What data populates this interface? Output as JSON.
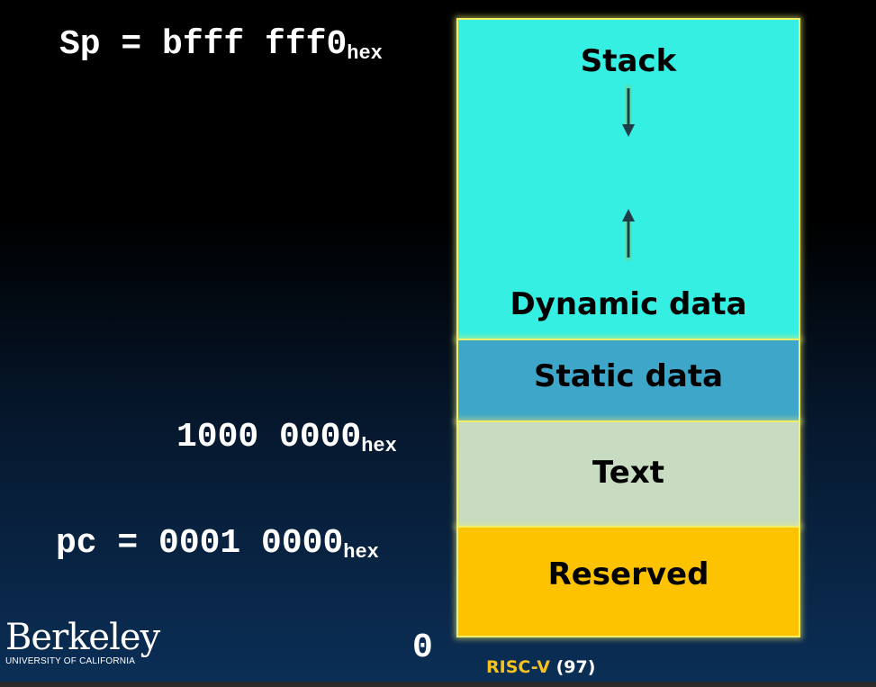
{
  "addresses": {
    "sp": {
      "main": "Sp = bfff fff0",
      "sub": "hex"
    },
    "static_start": {
      "main": "1000 0000",
      "sub": "hex"
    },
    "pc": {
      "main": "pc = 0001 0000",
      "sub": "hex"
    },
    "zero": "0"
  },
  "memory": {
    "stack": {
      "label": "Stack",
      "color": "#35efe3"
    },
    "dynamic": {
      "label": "Dynamic data",
      "color": "#35efe3"
    },
    "static": {
      "label": "Static data",
      "color": "#3ea7c9"
    },
    "text": {
      "label": "Text",
      "color": "#c8dcc2"
    },
    "reserved": {
      "label": "Reserved",
      "color": "#fdc200"
    }
  },
  "logo": {
    "name": "Berkeley",
    "sub": "UNIVERSITY OF CALIFORNIA"
  },
  "footer": {
    "course": "RISC-V",
    "number": "(97)",
    "course_color": "#f7c21e"
  }
}
